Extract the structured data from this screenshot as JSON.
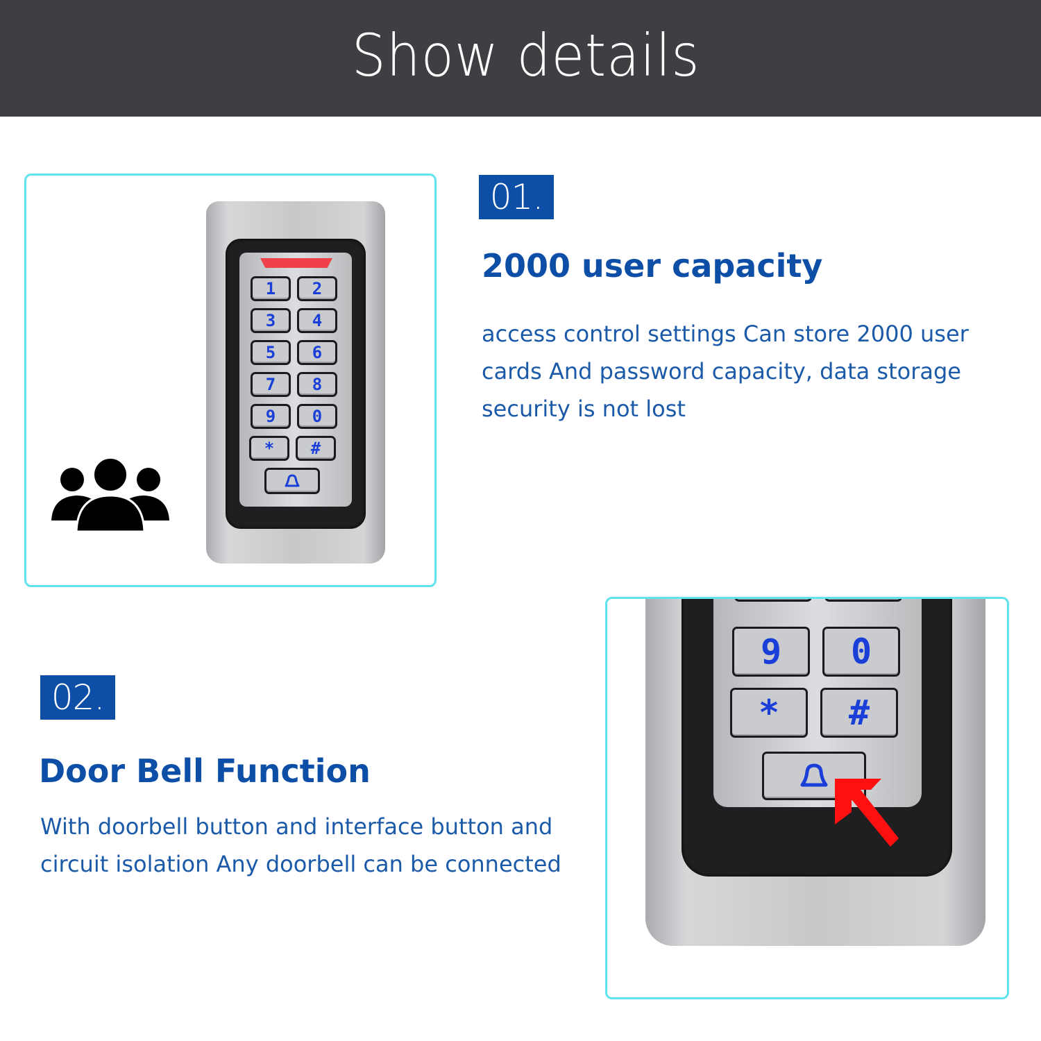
{
  "header": {
    "title": "Show details",
    "background": "#3e3f43"
  },
  "colors": {
    "accent_blue": "#0d4ea6",
    "frame_cyan": "#5fe3ec",
    "key_label_blue": "#1a3fd8",
    "led_red": "#f0414b",
    "arrow_red": "#ff1010"
  },
  "features": [
    {
      "number": "01.",
      "title": "2000 user capacity",
      "description": "access control settings Can store 2000 user cards And password capacity, data storage security is not lost",
      "icon": "users-group-icon"
    },
    {
      "number": "02.",
      "title": "Door Bell Function",
      "description": "With doorbell button and interface button and circuit isolation Any doorbell can be connected",
      "icon": "doorbell-icon"
    }
  ],
  "keypad": {
    "keys": [
      "1",
      "2",
      "3",
      "4",
      "5",
      "6",
      "7",
      "8",
      "9",
      "0",
      "*",
      "#"
    ],
    "bell_key": "bell-icon"
  },
  "closeup": {
    "keys": [
      "9",
      "0",
      "*",
      "#"
    ],
    "pointer": "red-arrow-icon"
  }
}
